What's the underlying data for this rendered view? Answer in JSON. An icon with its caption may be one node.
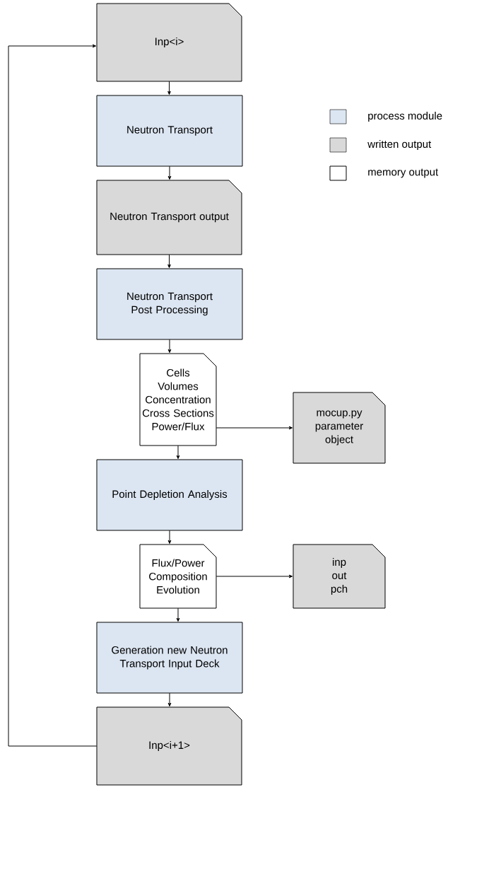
{
  "diagram": {
    "nodes": [
      {
        "text": [
          "Inp<i>"
        ]
      },
      {
        "text": [
          "Neutron Transport"
        ]
      },
      {
        "text": [
          "Neutron Transport output"
        ]
      },
      {
        "text": [
          "Neutron Transport Post Processing"
        ]
      },
      {
        "text": [
          "Cells",
          "Volumes",
          "Concentration",
          "Cross Sections",
          "Power/Flux"
        ]
      },
      {
        "text": [
          "mocup.py",
          "parameter",
          "object"
        ]
      },
      {
        "text": [
          "Point Depletion Analysis"
        ]
      },
      {
        "text": [
          "Flux/Power",
          "Composition",
          "Evolution"
        ]
      },
      {
        "text": [
          "inp",
          "out",
          "pch"
        ]
      },
      {
        "text": [
          "Generation new Neutron Transport Input Deck"
        ]
      },
      {
        "text": [
          "Inp<i+1>"
        ]
      }
    ],
    "edges": [
      {
        "from": 0,
        "to": 1,
        "arrow": "to"
      },
      {
        "from": 1,
        "to": 2,
        "arrow": "to"
      },
      {
        "from": 2,
        "to": 3,
        "arrow": "to"
      },
      {
        "from": 3,
        "to": 4,
        "arrow": "to"
      },
      {
        "from": 4,
        "to": 5,
        "arrow": "to"
      },
      {
        "from": 4,
        "to": 6,
        "arrow": "to"
      },
      {
        "from": 6,
        "to": 7,
        "arrow": "to"
      },
      {
        "from": 7,
        "to": 8,
        "arrow": "to"
      },
      {
        "from": 7,
        "to": 9,
        "arrow": "to"
      },
      {
        "from": 9,
        "to": 10,
        "arrow": "to"
      },
      {
        "from": 10,
        "to": 0,
        "arrow": "to"
      }
    ],
    "legend": [
      {
        "text": "process module",
        "color": "#dce6f2"
      },
      {
        "text": "written output",
        "color": "#d9d9d9"
      },
      {
        "text": "memory output"
      }
    ]
  }
}
